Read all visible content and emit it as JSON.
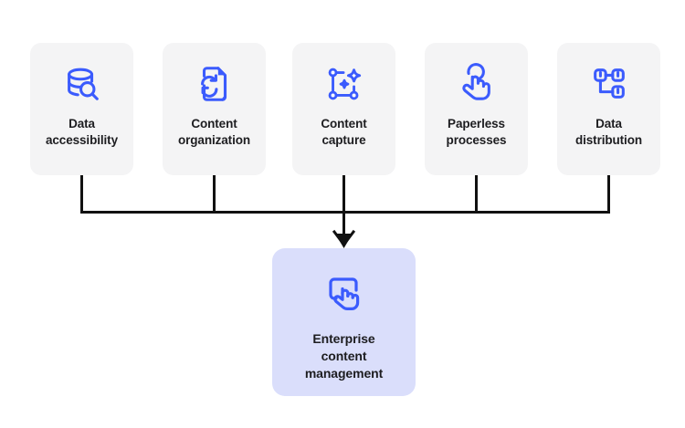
{
  "diagram": {
    "type": "hub-and-spoke flow diagram",
    "accent_color": "#3b5bfd",
    "card_background": "#f4f4f5",
    "target_background": "#dadefb",
    "text_color": "#1d1d20",
    "connector_color": "#111111",
    "page_background": "#ffffff",
    "top_cards": [
      {
        "label": "Data\naccessibility",
        "icon": "database-search-icon"
      },
      {
        "label": "Content\norganization",
        "icon": "document-refresh-icon"
      },
      {
        "label": "Content\ncapture",
        "icon": "selection-sparkle-icon"
      },
      {
        "label": "Paperless\nprocesses",
        "icon": "tap-gesture-icon"
      },
      {
        "label": "Data\ndistribution",
        "icon": "network-nodes-icon"
      }
    ],
    "target_card": {
      "label": "Enterprise\ncontent\nmanagement",
      "icon": "screen-tap-icon"
    },
    "connectors": {
      "bus_label": "horizontal-bus",
      "arrow_label": "down-arrow-to-target"
    }
  }
}
